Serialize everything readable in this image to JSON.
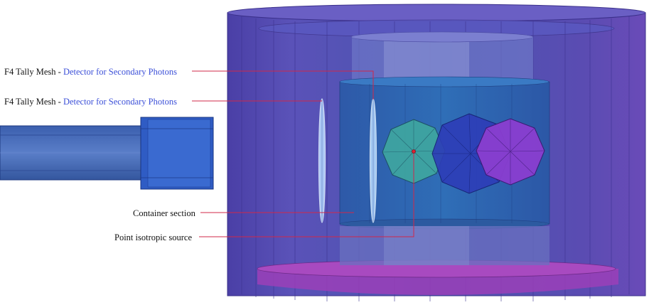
{
  "annotations": {
    "tally_1": {
      "prefix": "F4 Tally Mesh - ",
      "highlight": "Detector for Secondary Photons"
    },
    "tally_2": {
      "prefix": "F4 Tally Mesh - ",
      "highlight": "Detector for Secondary Photons"
    },
    "container": {
      "text": "Container section"
    },
    "source": {
      "text": "Point isotropic source"
    }
  },
  "colors": {
    "outer_cylinder": "#5b4fb5",
    "inner_core": "#2e6ab8",
    "collimator": "#2f5cc4",
    "bottom_plate": "#a040b8",
    "leader_line": "#d0284a",
    "highlight_text": "#3b4fd8",
    "sphere_teal": "#3fa6a0",
    "sphere_blue": "#2d3db8",
    "sphere_purple": "#8a3ed0",
    "detector": "#b9dcff"
  }
}
